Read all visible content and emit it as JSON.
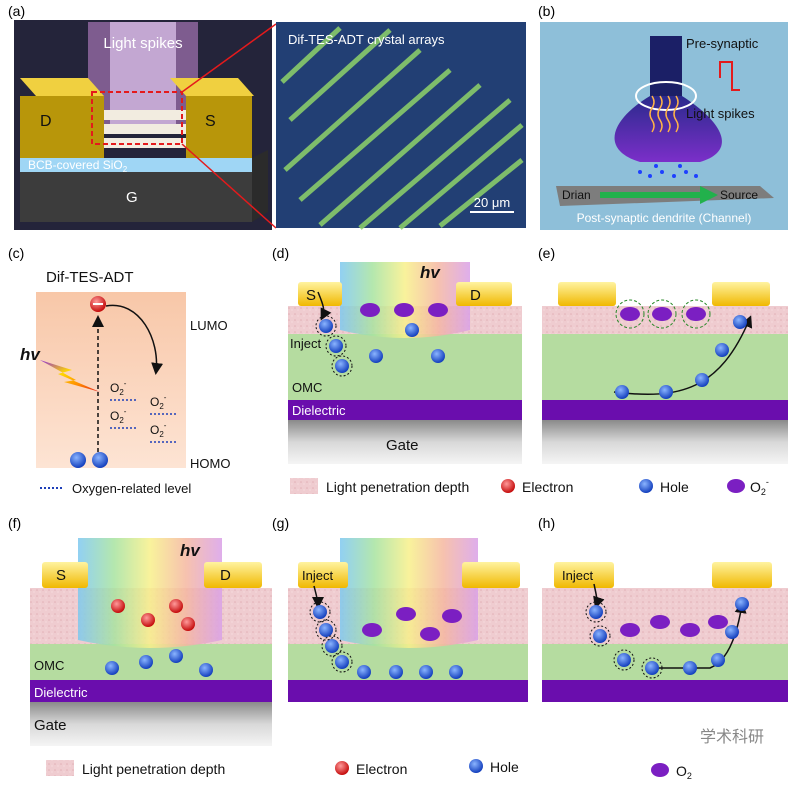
{
  "panels": {
    "a": {
      "label": "(a)",
      "light": "Light spikes",
      "drain": "D",
      "source": "S",
      "substrate": "BCB-covered SiO",
      "substrate_sub": "2",
      "gate": "G",
      "micro_title": "Dif-TES-ADT crystal arrays",
      "scale": "20 μm"
    },
    "b": {
      "label": "(b)",
      "pre": "Pre-synaptic",
      "spikes": "Light spikes",
      "drain": "Drian",
      "source": "Source",
      "post": "Post-synaptic dendrite (Channel)"
    },
    "c": {
      "label": "(c)",
      "title": "Dif-TES-ADT",
      "lumo": "LUMO",
      "homo": "HOMO",
      "hv": "hv",
      "o2": "O",
      "o2_sub": "2",
      "o2_sup": "-",
      "legend": "Oxygen-related level"
    },
    "d": {
      "label": "(d)",
      "hv": "hv",
      "s": "S",
      "d": "D",
      "inject": "Inject",
      "omc": "OMC",
      "dielectric": "Dielectric",
      "gate": "Gate"
    },
    "e": {
      "label": "(e)"
    },
    "f": {
      "label": "(f)",
      "hv": "hv",
      "s": "S",
      "d": "D",
      "omc": "OMC",
      "dielectric": "Dielectric",
      "gate": "Gate"
    },
    "g": {
      "label": "(g)",
      "inject": "Inject"
    },
    "h": {
      "label": "(h)",
      "inject": "Inject"
    }
  },
  "legend_top": {
    "penetration": "Light penetration depth",
    "electron": "Electron",
    "hole": "Hole",
    "o2": "O",
    "o2_sub": "2",
    "o2_sup": "-"
  },
  "legend_bottom": {
    "penetration": "Light penetration depth",
    "electron": "Electron",
    "hole": "Hole",
    "o2": "O",
    "o2_sub": "2"
  },
  "watermark": "学术科研",
  "colors": {
    "electrode": "#f5c518",
    "omc": "#b5dca0",
    "dielectric": "#6a0dad",
    "hole": "#1e4fd8",
    "electron": "#e41a1c",
    "oxygen": "#7b1fc2",
    "penetration": "#f0cdd2"
  }
}
